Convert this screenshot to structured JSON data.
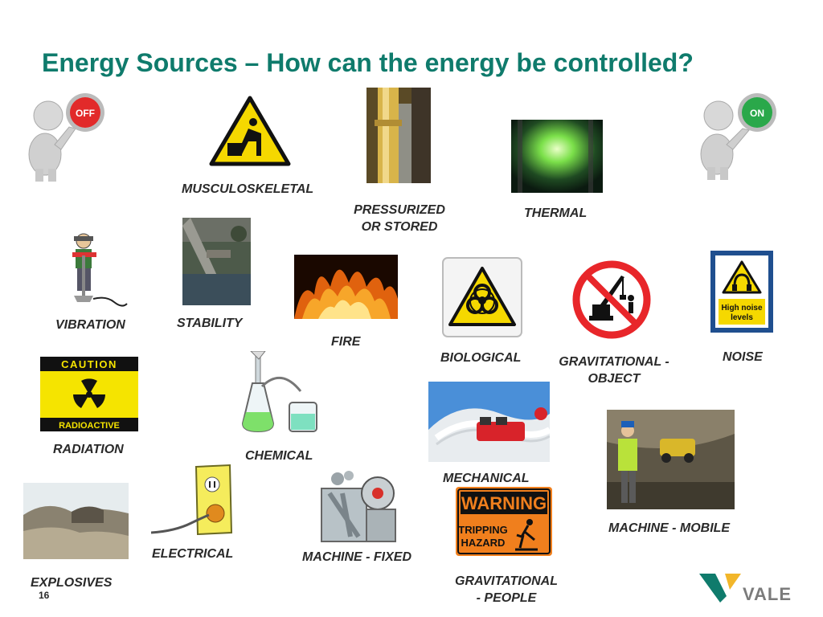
{
  "slide": {
    "title": "Energy Sources – How can the energy be controlled?",
    "page_number": "16"
  },
  "labels": {
    "musculoskeletal": "MUSCULOSKELETAL",
    "pressurized_1": "PRESSURIZED",
    "pressurized_2": "OR STORED",
    "thermal": "THERMAL",
    "vibration": "VIBRATION",
    "stability": "STABILITY",
    "fire": "FIRE",
    "biological": "BIOLOGICAL",
    "grav_object_1": "GRAVITATIONAL -",
    "grav_object_2": "OBJECT",
    "noise": "NOISE",
    "radiation": "RADIATION",
    "chemical": "CHEMICAL",
    "mechanical": "MECHANICAL",
    "machine_mobile": "MACHINE - MOBILE",
    "electrical": "ELECTRICAL",
    "machine_fixed": "MACHINE - FIXED",
    "explosives": "EXPLOSIVES",
    "grav_people_1": "GRAVITATIONAL",
    "grav_people_2": "- PEOPLE"
  },
  "signs": {
    "off_button": "OFF",
    "on_button": "ON",
    "caution_top": "CAUTION",
    "caution_bottom": "RADIOACTIVE",
    "noise_sign_1": "High noise",
    "noise_sign_2": "levels",
    "warning_top": "WARNING",
    "warning_line1": "TRIPPING",
    "warning_line2": "HAZARD"
  },
  "logo": {
    "text": "VALE"
  },
  "colors": {
    "title": "#0f7b6c",
    "hazard_yellow": "#f5d800",
    "warning_orange": "#f07f1d",
    "sign_red": "#e8262a"
  }
}
